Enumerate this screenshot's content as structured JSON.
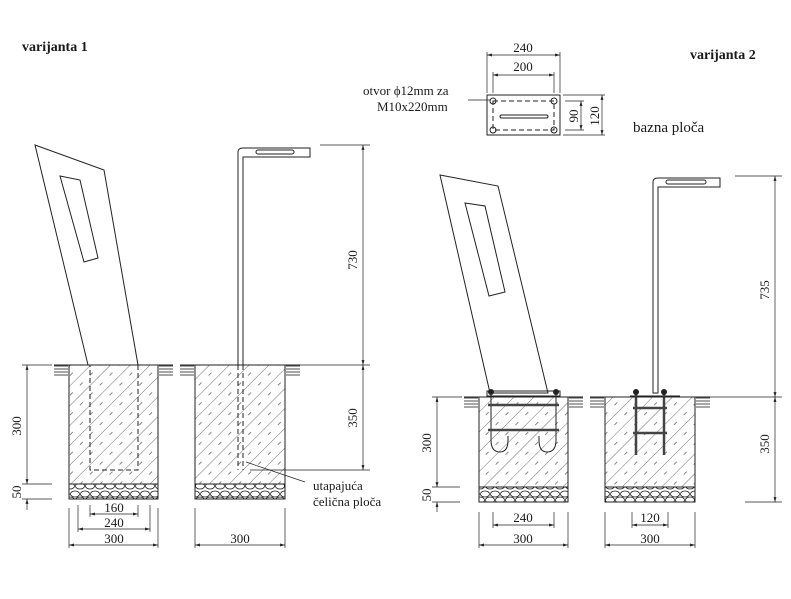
{
  "variant1": {
    "title": "varijanta 1",
    "dims": {
      "height_above": "730",
      "depth_embed": "350",
      "footing_depth": "300",
      "gravel": "50",
      "inner_160": "160",
      "inner_240": "240",
      "width_300_a": "300",
      "width_300_b": "300"
    },
    "label_line1": "utapajuća",
    "label_line2": "čelična ploča"
  },
  "variant2": {
    "title": "varijanta 2",
    "base_plate": {
      "label": "bazna ploča",
      "hole_note_line1": "otvor ϕ12mm za",
      "hole_note_line2": "M10x220mm",
      "dim_240": "240",
      "dim_200": "200",
      "dim_90": "90",
      "dim_120": "120"
    },
    "dims": {
      "height_above": "735",
      "depth_embed": "350",
      "footing_depth": "300",
      "gravel": "50",
      "inner_240": "240",
      "inner_120": "120",
      "width_300_a": "300",
      "width_300_b": "300"
    }
  }
}
